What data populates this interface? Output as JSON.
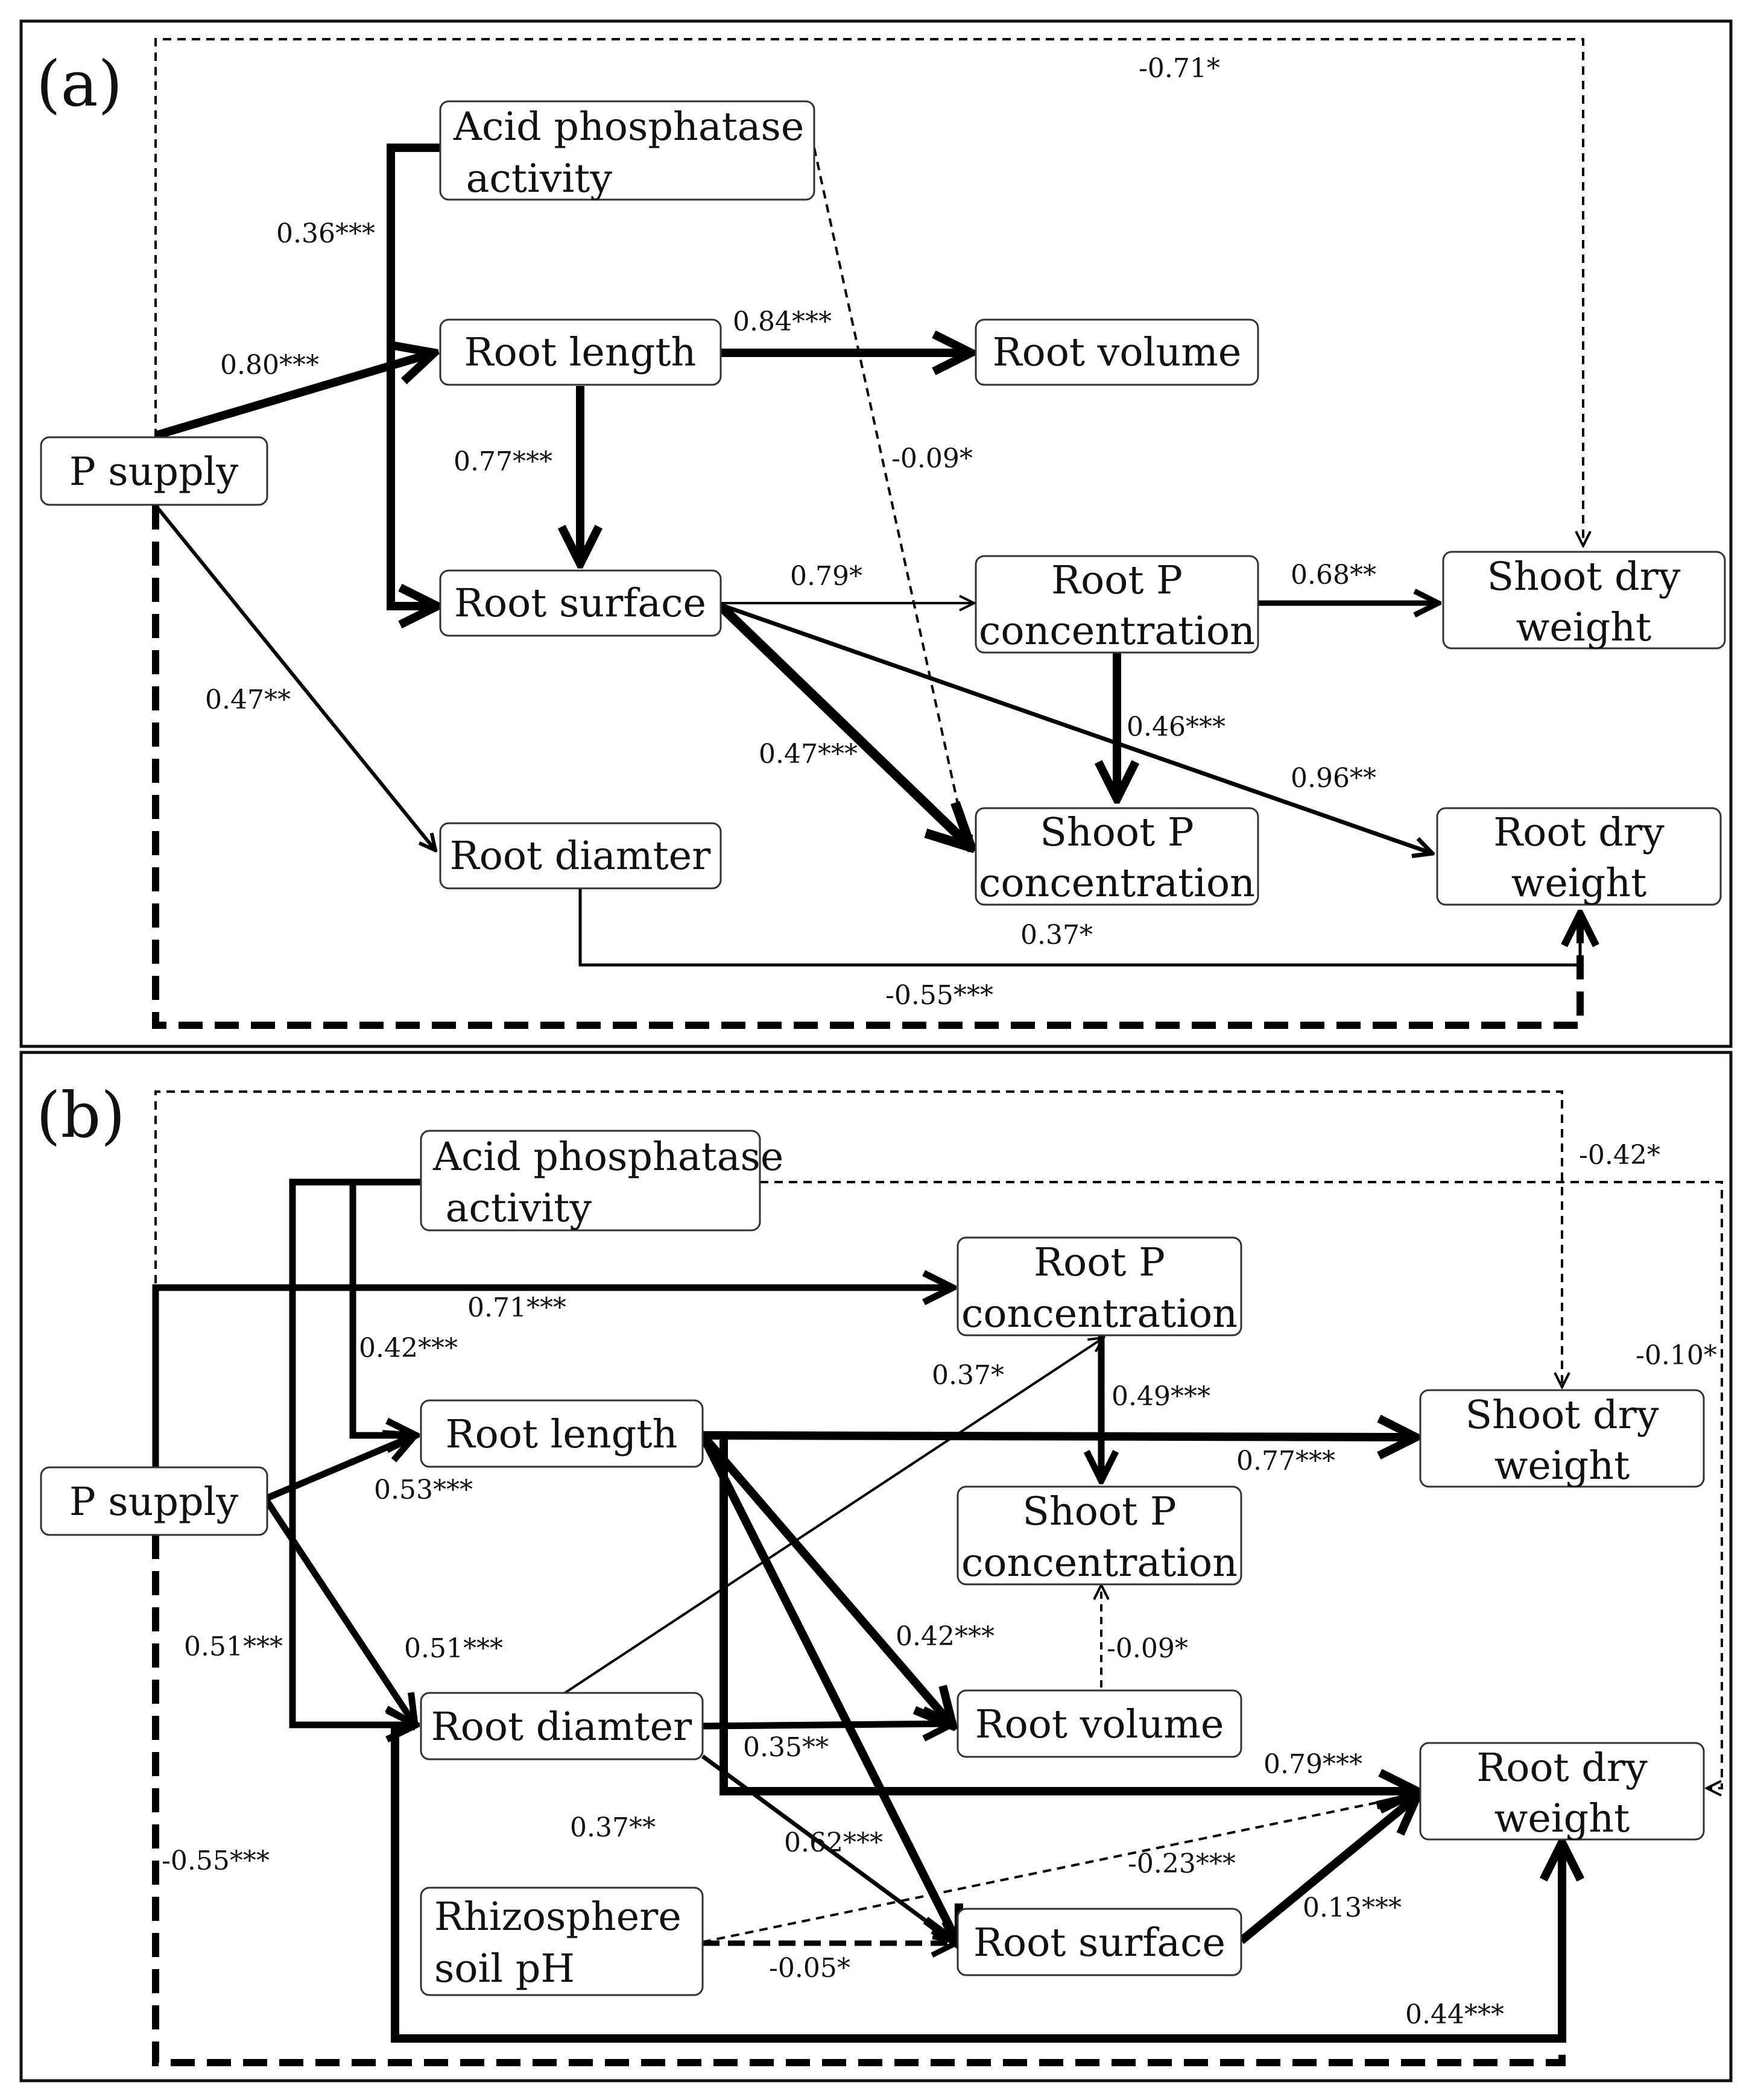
{
  "panels": [
    {
      "label": "(a)",
      "nodes": {
        "p_supply": [
          "P supply"
        ],
        "acid": [
          "Acid phosphatase",
          " activity"
        ],
        "root_length": [
          "Root length"
        ],
        "root_volume": [
          "Root volume"
        ],
        "root_surface": [
          "Root surface"
        ],
        "root_p": [
          "Root P",
          "concentration"
        ],
        "shoot_dry": [
          "Shoot dry",
          "weight"
        ],
        "shoot_p": [
          "Shoot P",
          "concentration"
        ],
        "root_dry": [
          "Root dry",
          "weight"
        ],
        "root_diam": [
          "Root diamter"
        ]
      },
      "edges": {
        "pshoot": "-0.71*",
        "acid_surface": "0.36***",
        "p_length": "0.80***",
        "length_volume": "0.84***",
        "length_surface": "0.77***",
        "acid_shootp": "-0.09*",
        "surface_rootp": "0.79*",
        "rootp_shootdry": "0.68**",
        "rootp_shootp": "0.46***",
        "surface_rootdry": "0.96**",
        "surface_shootp": "0.47***",
        "p_diam": "0.47**",
        "diam_rootdry": "0.37*",
        "p_rootdry": "-0.55***"
      }
    },
    {
      "label": "(b)",
      "nodes": {
        "p_supply": [
          "P supply"
        ],
        "acid": [
          "Acid phosphatase",
          " activity"
        ],
        "root_p": [
          "Root P",
          "concentration"
        ],
        "root_length": [
          "Root length"
        ],
        "shoot_dry": [
          "Shoot dry",
          "weight"
        ],
        "shoot_p": [
          "Shoot P",
          "concentration"
        ],
        "root_diam": [
          "Root diamter"
        ],
        "root_volume": [
          "Root volume"
        ],
        "root_dry": [
          "Root dry",
          "weight"
        ],
        "rhizo": [
          "Rhizosphere",
          "soil pH"
        ],
        "root_surface": [
          "Root surface"
        ]
      },
      "edges": {
        "p_shootdry": "-0.42*",
        "acid_rootdry": "-0.10*",
        "p_rootp": "0.71***",
        "acid_length": "0.42***",
        "diam_rootp": "0.37*",
        "rootp_shootp": "0.49***",
        "length_shootdry": "0.77***",
        "p_length": "0.53***",
        "p_diam_left": "0.51***",
        "p_diam": "0.51***",
        "length_volume": "0.42***",
        "volume_shootp": "-0.09*",
        "diam_volume": "0.35**",
        "length_rootdry": "0.79***",
        "diam_surface": "0.37**",
        "length_surface": "0.62***",
        "rhizo_rootdry": "-0.23***",
        "p_rootdry": "-0.55***",
        "surface_rootdry": "0.13***",
        "rhizo_surface": "-0.05*",
        "diam_rootdry": "0.44***"
      }
    }
  ]
}
